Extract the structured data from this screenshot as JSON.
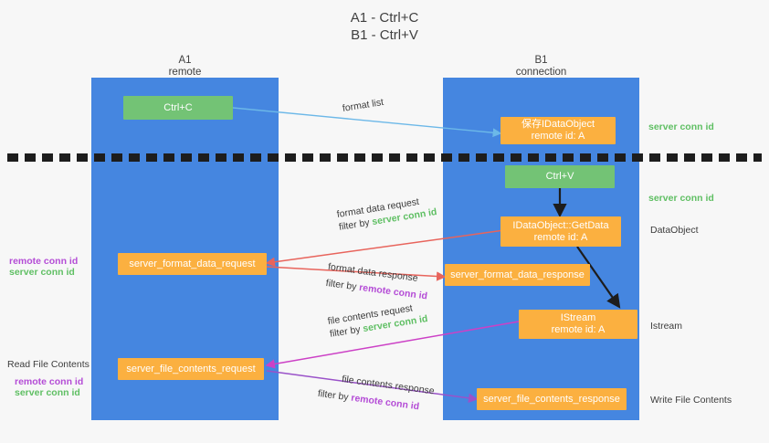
{
  "title": {
    "line1": "A1 - Ctrl+C",
    "line2": "B1 - Ctrl+V"
  },
  "lanes": [
    {
      "name": "A1",
      "sub": "remote"
    },
    {
      "name": "B1",
      "sub": "connection"
    }
  ],
  "boxes": {
    "ctrl_c": {
      "label": "Ctrl+C"
    },
    "ctrl_v": {
      "label": "Ctrl+V"
    },
    "idataobject": {
      "line1": "保存IDataObject",
      "line2": "remote id: A"
    },
    "getdata": {
      "line1": "IDataObject::GetData",
      "line2": "remote id: A"
    },
    "istream": {
      "line1": "IStream",
      "line2": "remote id: A"
    },
    "format_data_request": {
      "label": "server_format_data_request"
    },
    "format_data_response": {
      "label": "server_format_data_response"
    },
    "file_contents_request": {
      "label": "server_file_contents_request"
    },
    "file_contents_response": {
      "label": "server_file_contents_response"
    }
  },
  "edges": {
    "format_list": {
      "label": "format list"
    },
    "format_data_request": {
      "line1": "format data request",
      "filter_prefix": "filter by ",
      "filter_value": "server conn id"
    },
    "format_data_response": {
      "line1": "format data response",
      "filter_prefix": "filter by ",
      "filter_value": "remote conn id"
    },
    "file_contents_request": {
      "line1": "file contents request",
      "filter_prefix": "filter by ",
      "filter_value": "server conn id"
    },
    "file_contents_response": {
      "line1": "file contents response",
      "filter_prefix": "filter by ",
      "filter_value": "remote conn id"
    }
  },
  "annotations": {
    "right_server_conn_top": "server conn id",
    "right_server_conn_mid": "server conn id",
    "right_dataobject": "DataObject",
    "right_istream": "Istream",
    "right_write_file_contents": "Write File Contents",
    "left_read_file_contents": "Read File Contents",
    "left_remote_conn_1": "remote conn id",
    "left_server_conn_1": "server conn id",
    "left_remote_conn_2": "remote conn id",
    "left_server_conn_2": "server conn id"
  },
  "colors": {
    "lane": "#4586e0",
    "green_box": "#73c375",
    "orange_box": "#fbb040",
    "green_text": "#5fbf63",
    "purple_text": "#b44cd6",
    "arrow_blue": "#6cb8e8",
    "arrow_red": "#e8645c",
    "arrow_magenta": "#cc41c6",
    "arrow_purple": "#9a52c9",
    "arrow_black": "#1d1d1d",
    "background": "#f7f7f7"
  }
}
